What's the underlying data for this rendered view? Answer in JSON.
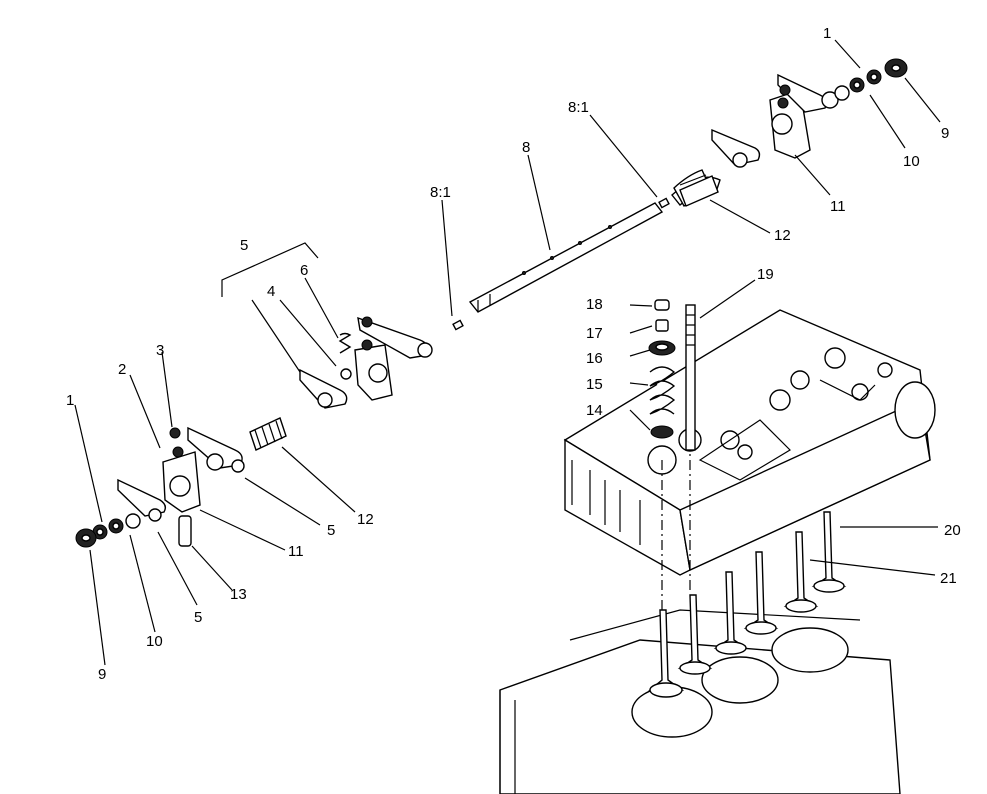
{
  "labels": {
    "l1_top": "1",
    "l9_right": "9",
    "l10_right": "10",
    "l11_right": "11",
    "l8_1_right": "8:1",
    "l8": "8",
    "l12_right": "12",
    "l8_1_mid": "8:1",
    "l19": "19",
    "l18": "18",
    "l17": "17",
    "l16": "16",
    "l15": "15",
    "l14": "14",
    "l5_top": "5",
    "l6": "6",
    "l4": "4",
    "l3": "3",
    "l2": "2",
    "l1_left": "1",
    "l12_left": "12",
    "l5_mid": "5",
    "l11_left": "11",
    "l13": "13",
    "l5_low": "5",
    "l10_left": "10",
    "l9_left": "9",
    "l20": "20",
    "l21": "21"
  }
}
